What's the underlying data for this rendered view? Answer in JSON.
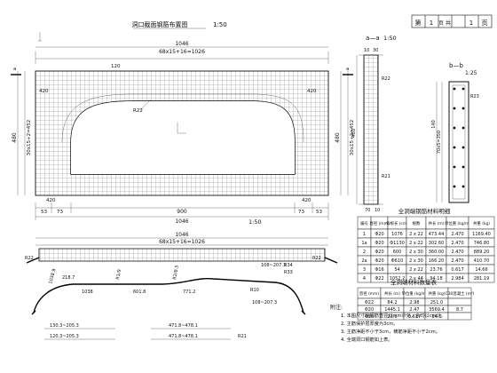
{
  "sheet": {
    "main_title": "洞口截面钢筋布置图",
    "main_scale": "1:50",
    "label_a": "a—a",
    "label_a_scale": "1:50",
    "label_b": "b—b",
    "label_b_scale": "1:25",
    "bottom_scale": "1:50",
    "page_prefix": "第",
    "page_no": "1",
    "page_mid": "页 共",
    "page_total": "1",
    "page_suffix": "页"
  },
  "dims": {
    "top_total": "1046",
    "top_formula": "68x15+16=1026",
    "bottom_inner": "900",
    "bottom_total": "1046",
    "side_left": "480",
    "side_left_formula": "30x15+2=452",
    "side_right": "480",
    "side_right_formula": "30x15+2=452",
    "bottom_left_a": "53",
    "bottom_right_a": "53",
    "bottom_left_b": "73",
    "bottom_right_b": "73",
    "n420_tl": "420",
    "n420_tr": "420",
    "n420_bl": "420",
    "n420_br": "420",
    "n120": "120",
    "r_label": "R22"
  },
  "section_a": {
    "dims": [
      "10",
      "30",
      "70",
      "10"
    ],
    "bars": [
      "R22",
      "R21"
    ],
    "height": "480"
  },
  "section_b": {
    "dims": [
      "140",
      "70x5=350"
    ],
    "bar": "R23"
  },
  "lower_view": {
    "total": "1046",
    "formula": "68x15+16=1026",
    "left_end": "R22",
    "right_end": "R22",
    "segments": [
      "1038",
      "R1/9",
      "601.8",
      "R2/8.5",
      "771.2",
      "218.7",
      "1038.9"
    ],
    "left_dims": [
      "130.3~205.3",
      "120.3~205.3"
    ],
    "mid_dims": [
      "471.8~478.1",
      "471.8~478.1"
    ],
    "right_dims": [
      "108~207.3",
      "108~207.3"
    ],
    "right_marks": [
      "R34",
      "R33"
    ],
    "small_marks": [
      "R10",
      "R21"
    ]
  },
  "table1": {
    "title": "全洞端钢筋材料明细",
    "headers": [
      "编号",
      "直径 (mm)",
      "每根长 (cm)",
      "根数",
      "共长 (m)",
      "单位重 (kg/m)",
      "共重 (kg)"
    ],
    "rows": [
      [
        "1",
        "Φ20",
        "1076",
        "2 x 22",
        "473.44",
        "2.470",
        "1169.40"
      ],
      [
        "1a",
        "Φ20",
        "Φ1130",
        "2 x 22",
        "302.60",
        "2.470",
        "746.80"
      ],
      [
        "2",
        "Φ20",
        "600",
        "2 x 30",
        "360.00",
        "2.470",
        "889.20"
      ],
      [
        "2a",
        "Φ20",
        "Φ610",
        "2 x 30",
        "166.20",
        "2.470",
        "410.70"
      ],
      [
        "3",
        "Φ16",
        "54",
        "2 x 22",
        "23.76",
        "0.617",
        "14.66"
      ],
      [
        "4",
        "Φ22",
        "1052.2",
        "2 x 44",
        "94.18",
        "2.984",
        "281.19"
      ]
    ]
  },
  "table2": {
    "title": "全洞端材料数量表",
    "headers": [
      "直径 (mm)",
      "共长 (m)",
      "单位重 (kg/m)",
      "共重 (kg)",
      "C30混凝土 (m³)"
    ],
    "rows": [
      [
        "Φ22",
        "84.2",
        "2.98",
        "251.0",
        ""
      ],
      [
        "Φ20",
        "1445.1",
        "2.47",
        "3569.4",
        "8.7"
      ],
      [
        "Φ16",
        "23.6",
        "0.617",
        "14.6",
        ""
      ]
    ]
  },
  "notes": {
    "heading": "附注:",
    "items": [
      "1. 本图尺寸除钢筋直径以mm计外，余均以cm计。",
      "2. 主筋保护层厚度为3cm。",
      "3. 主筋净距不小于3cm，横筋净距不小于2cm。",
      "4. 全端洞口钢筋如上表。"
    ]
  }
}
